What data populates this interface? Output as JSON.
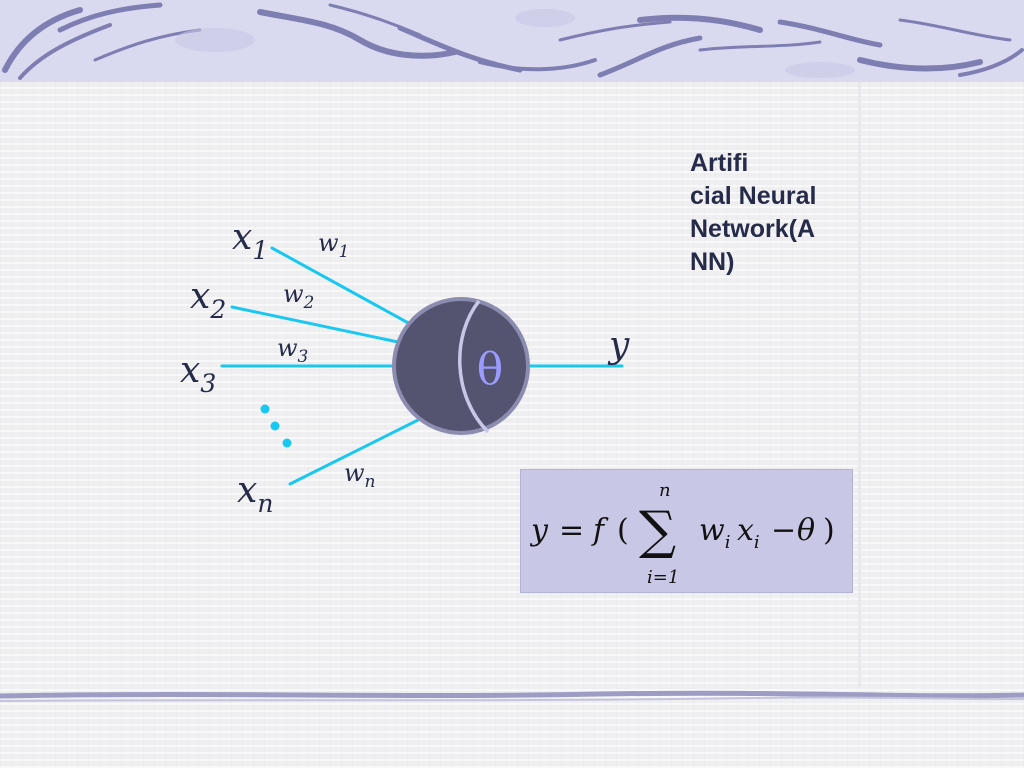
{
  "title": "Artifi\ncial Neural\nNetwork(A\nNN)",
  "inputs": [
    {
      "var": "x",
      "sub": "1"
    },
    {
      "var": "x",
      "sub": "2"
    },
    {
      "var": "x",
      "sub": "3"
    },
    {
      "var": "x",
      "sub": "n"
    }
  ],
  "weights": [
    {
      "var": "w",
      "sub": "1"
    },
    {
      "var": "w",
      "sub": "2"
    },
    {
      "var": "w",
      "sub": "3"
    },
    {
      "var": "w",
      "sub": "n"
    }
  ],
  "threshold": "θ",
  "output": "y",
  "formula": {
    "lhs": "y",
    "equals": "=",
    "func": "f",
    "open_paren": "(",
    "sum_symbol": "∑",
    "sum_upper": "n",
    "sum_lower": "i=1",
    "weight": "w",
    "weight_sub": "i",
    "input": "x",
    "input_sub": "i",
    "minus": "−",
    "theta": "θ",
    "close_paren": ")"
  },
  "colors": {
    "accent_line": "#19c8f0",
    "neuron_fill": "#545470",
    "neuron_stroke": "#8c8cb0",
    "text_dark": "#262b4a",
    "formula_bg": "#c8c8e6",
    "header_bg": "#d9d9ef",
    "swirl": "#6f6fa8"
  }
}
